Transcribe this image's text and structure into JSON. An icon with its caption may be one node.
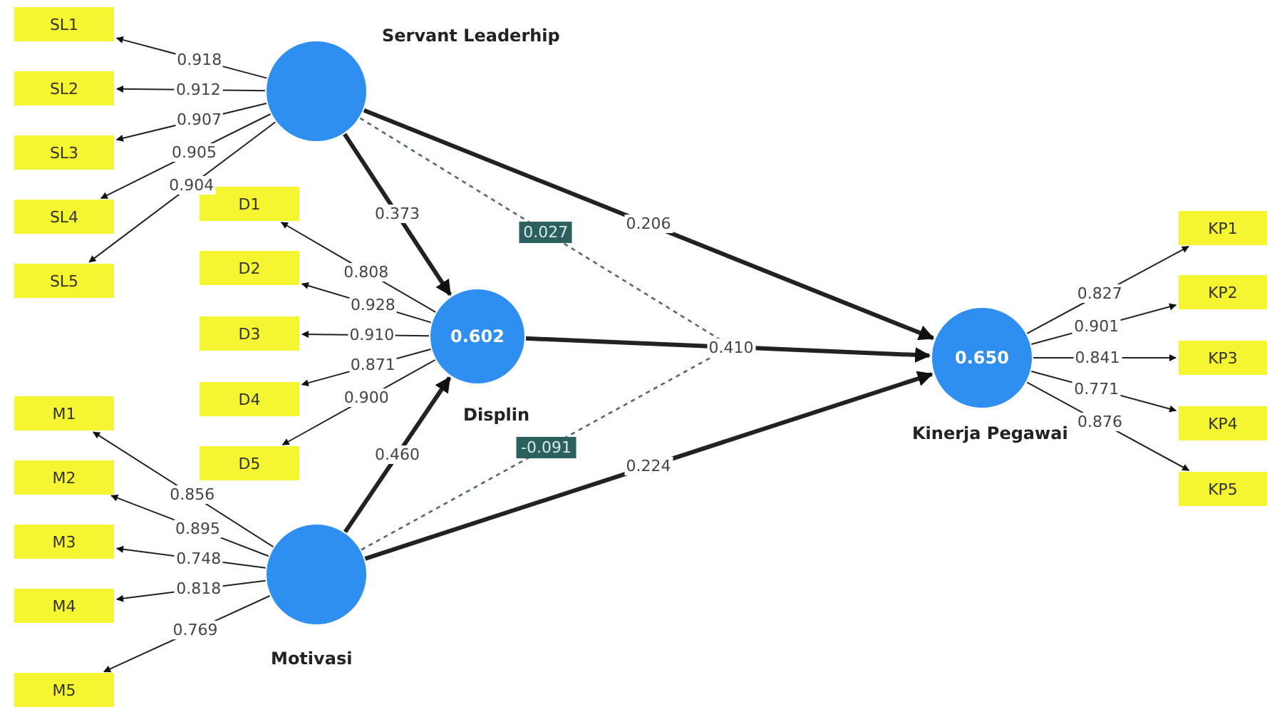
{
  "diagram": {
    "nodes": [
      {
        "text": [],
        "shape": "circle",
        "beside": [
          "Servant Leaderhip"
        ]
      },
      {
        "text": [
          "0.602"
        ],
        "beside": [
          "Displin"
        ]
      },
      {
        "text": [],
        "shape": "circle",
        "beside": [
          "Motivasi"
        ]
      },
      {
        "text": [
          "0.650"
        ],
        "beside": [
          "Kinerja Pegawai"
        ]
      },
      {
        "text": [
          "SL1"
        ]
      },
      {
        "text": [
          "SL2"
        ]
      },
      {
        "text": [
          "SL3"
        ]
      },
      {
        "text": [
          "SL4"
        ]
      },
      {
        "text": [
          "SL5"
        ]
      },
      {
        "text": [
          "D1"
        ]
      },
      {
        "text": [
          "D2"
        ]
      },
      {
        "text": [
          "D3"
        ]
      },
      {
        "text": [
          "D4"
        ]
      },
      {
        "text": [
          "D5"
        ]
      },
      {
        "text": [
          "M1"
        ]
      },
      {
        "text": [
          "M2"
        ]
      },
      {
        "text": [
          "M3"
        ]
      },
      {
        "text": [
          "M4"
        ]
      },
      {
        "text": [
          "M5"
        ]
      },
      {
        "text": [
          "KP1"
        ]
      },
      {
        "text": [
          "KP2"
        ]
      },
      {
        "text": [
          "KP3"
        ]
      },
      {
        "text": [
          "KP4"
        ]
      },
      {
        "text": [
          "KP5"
        ]
      }
    ],
    "edges": [
      {
        "from": 0,
        "to": 4,
        "arrow": "to",
        "label": "0.918"
      },
      {
        "from": 0,
        "to": 5,
        "arrow": "to",
        "label": "0.912"
      },
      {
        "from": 0,
        "to": 6,
        "arrow": "to",
        "label": "0.907"
      },
      {
        "from": 0,
        "to": 7,
        "arrow": "to",
        "label": "0.905"
      },
      {
        "from": 0,
        "to": 8,
        "arrow": "to",
        "label": "0.904"
      },
      {
        "from": 1,
        "to": 9,
        "arrow": "to",
        "label": "0.808"
      },
      {
        "from": 1,
        "to": 10,
        "arrow": "to",
        "label": "0.928"
      },
      {
        "from": 1,
        "to": 11,
        "arrow": "to",
        "label": "0.910"
      },
      {
        "from": 1,
        "to": 12,
        "arrow": "to",
        "label": "0.871"
      },
      {
        "from": 1,
        "to": 13,
        "arrow": "to",
        "label": "0.900"
      },
      {
        "from": 2,
        "to": 14,
        "arrow": "to",
        "label": "0.856"
      },
      {
        "from": 2,
        "to": 15,
        "arrow": "to",
        "label": "0.895"
      },
      {
        "from": 2,
        "to": 16,
        "arrow": "to",
        "label": "0.748"
      },
      {
        "from": 2,
        "to": 17,
        "arrow": "to",
        "label": "0.818"
      },
      {
        "from": 2,
        "to": 18,
        "arrow": "to",
        "label": "0.769"
      },
      {
        "from": 3,
        "to": 19,
        "arrow": "to",
        "label": "0.827"
      },
      {
        "from": 3,
        "to": 20,
        "arrow": "to",
        "label": "0.901"
      },
      {
        "from": 3,
        "to": 21,
        "arrow": "to",
        "label": "0.841"
      },
      {
        "from": 3,
        "to": 22,
        "arrow": "to",
        "label": "0.771"
      },
      {
        "from": 3,
        "to": 23,
        "arrow": "to",
        "label": "0.876"
      },
      {
        "from": 0,
        "to": 1,
        "arrow": "to",
        "label": "0.373",
        "style": "thick"
      },
      {
        "from": 0,
        "to": 3,
        "arrow": "to",
        "label": "0.206",
        "style": "thick"
      },
      {
        "from": 1,
        "to": 3,
        "arrow": "to",
        "label": "0.410",
        "style": "thick"
      },
      {
        "from": 2,
        "to": 1,
        "arrow": "to",
        "label": "0.460",
        "style": "thick"
      },
      {
        "from": 2,
        "to": 3,
        "arrow": "to",
        "label": "0.224",
        "style": "thick"
      },
      {
        "from": 0,
        "to": null,
        "arrow": "none",
        "label": "0.027",
        "style": "dashed"
      },
      {
        "from": 2,
        "to": null,
        "arrow": "none",
        "label": "-0.091",
        "style": "dashed"
      }
    ]
  }
}
